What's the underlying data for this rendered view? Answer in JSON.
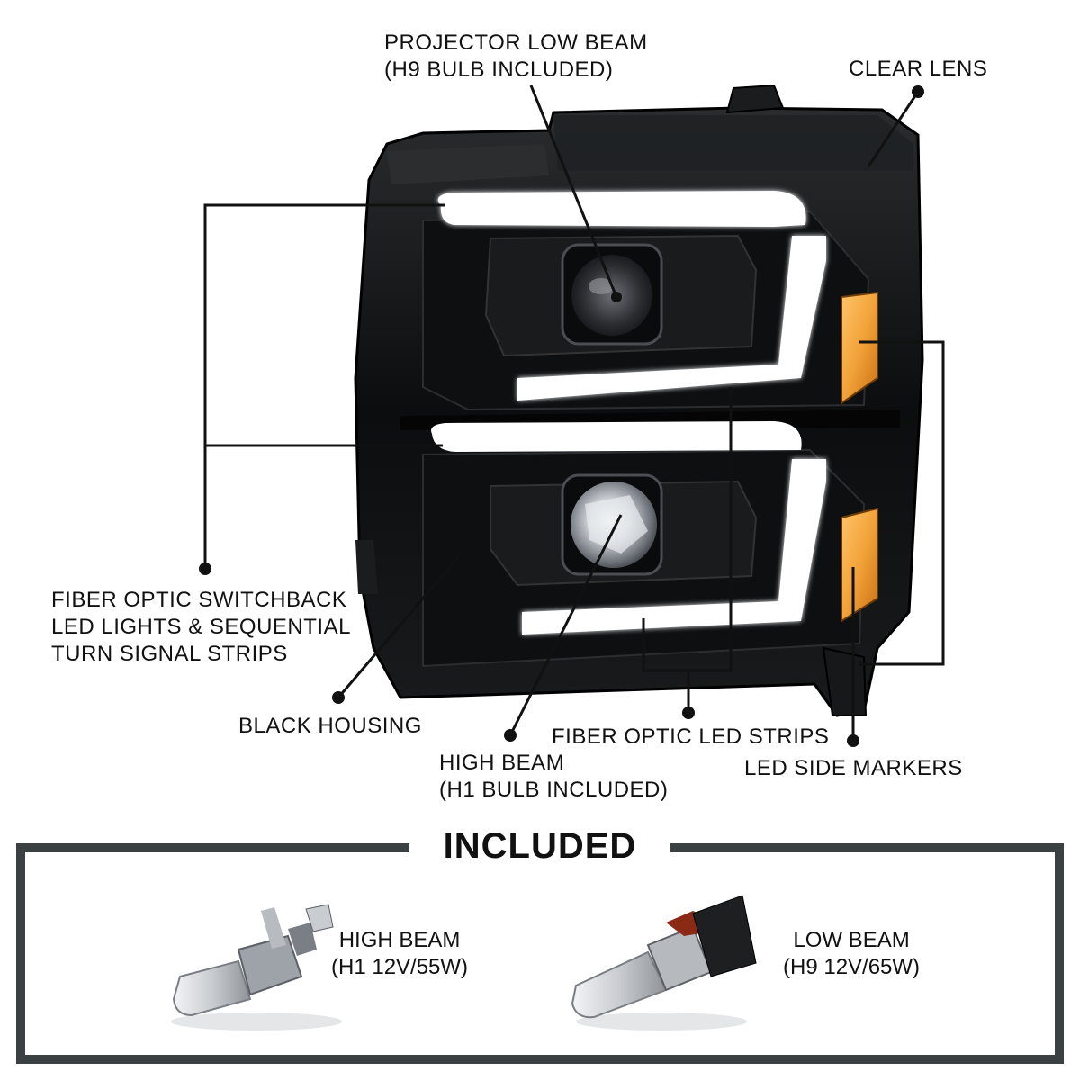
{
  "callouts": {
    "projector_low_beam": [
      "PROJECTOR LOW BEAM",
      "(H9 BULB INCLUDED)"
    ],
    "clear_lens": "CLEAR LENS",
    "fiber_optic_switchback": [
      "FIBER OPTIC SWITCHBACK",
      "LED LIGHTS & SEQUENTIAL",
      "TURN SIGNAL STRIPS"
    ],
    "black_housing": "BLACK HOUSING",
    "fiber_optic_led_strips": "FIBER OPTIC LED STRIPS",
    "high_beam": [
      "HIGH BEAM",
      "(H1 BULB INCLUDED)"
    ],
    "led_side_markers": "LED SIDE MARKERS"
  },
  "included": {
    "title": "INCLUDED",
    "high_beam": [
      "HIGH BEAM",
      "(H1 12V/55W)"
    ],
    "low_beam": [
      "LOW BEAM",
      "(H9 12V/65W)"
    ]
  },
  "colors": {
    "housing": "#101112",
    "led_strip": "#f4f6f8",
    "amber_marker": "#f2a33a",
    "frame": "#3b4043"
  }
}
